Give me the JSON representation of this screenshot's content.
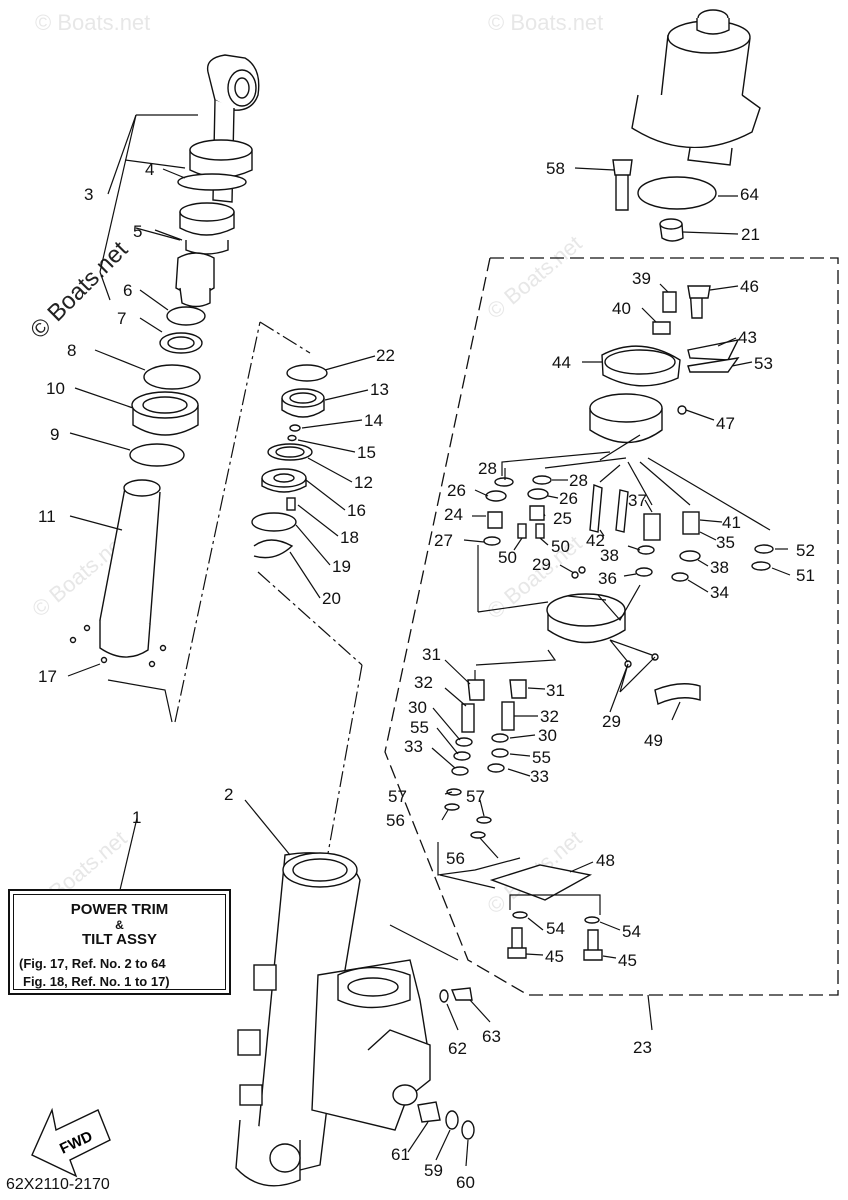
{
  "title_box": {
    "line1": "POWER TRIM",
    "amp": "&",
    "line2": "TILT ASSY",
    "ref1": "(Fig. 17, Ref. No. 2 to 64",
    "ref2": "Fig. 18, Ref. No. 1 to 17)"
  },
  "diagram_code": "62X2110-2170",
  "fwd_label": "FWD",
  "watermark": "© Boats.net",
  "callouts": {
    "c1": "1",
    "c2": "2",
    "c3": "3",
    "c4": "4",
    "c5": "5",
    "c6": "6",
    "c7": "7",
    "c8": "8",
    "c9": "9",
    "c10": "10",
    "c11": "11",
    "c12": "12",
    "c13": "13",
    "c14": "14",
    "c15": "15",
    "c16": "16",
    "c17": "17",
    "c18": "18",
    "c19": "19",
    "c20": "20",
    "c21": "21",
    "c22": "22",
    "c23": "23",
    "c24": "24",
    "c25": "25",
    "c26a": "26",
    "c26b": "26",
    "c27": "27",
    "c28a": "28",
    "c28b": "28",
    "c29a": "29",
    "c29b": "29",
    "c30a": "30",
    "c30b": "30",
    "c31a": "31",
    "c31b": "31",
    "c32a": "32",
    "c32b": "32",
    "c33a": "33",
    "c33b": "33",
    "c34": "34",
    "c35": "35",
    "c36": "36",
    "c37": "37",
    "c38a": "38",
    "c38b": "38",
    "c39": "39",
    "c40": "40",
    "c41": "41",
    "c42": "42",
    "c43": "43",
    "c44": "44",
    "c45a": "45",
    "c45b": "45",
    "c46": "46",
    "c47": "47",
    "c48": "48",
    "c49": "49",
    "c50a": "50",
    "c50b": "50",
    "c51": "51",
    "c52": "52",
    "c53": "53",
    "c54a": "54",
    "c54b": "54",
    "c55a": "55",
    "c55b": "55",
    "c56a": "56",
    "c56b": "56",
    "c57a": "57",
    "c57b": "57",
    "c58": "58",
    "c59": "59",
    "c60": "60",
    "c61": "61",
    "c62": "62",
    "c63": "63",
    "c64": "64"
  }
}
